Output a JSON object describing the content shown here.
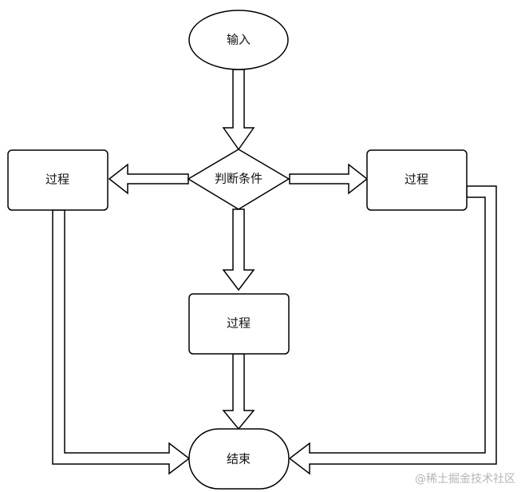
{
  "diagram": {
    "nodes": {
      "start": {
        "label": "输入",
        "shape": "ellipse"
      },
      "decision": {
        "label": "判断条件",
        "shape": "diamond"
      },
      "process_left": {
        "label": "过程",
        "shape": "rounded-rect"
      },
      "process_right": {
        "label": "过程",
        "shape": "rounded-rect"
      },
      "process_center": {
        "label": "过程",
        "shape": "rounded-rect"
      },
      "end": {
        "label": "结束",
        "shape": "stadium"
      }
    },
    "edges": [
      {
        "from": "start",
        "to": "decision",
        "style": "hollow-arrow"
      },
      {
        "from": "decision",
        "to": "process_left",
        "style": "hollow-arrow"
      },
      {
        "from": "decision",
        "to": "process_right",
        "style": "hollow-arrow"
      },
      {
        "from": "decision",
        "to": "process_center",
        "style": "hollow-arrow"
      },
      {
        "from": "process_center",
        "to": "end",
        "style": "hollow-arrow"
      },
      {
        "from": "process_left",
        "to": "end",
        "style": "hollow-elbow-arrow"
      },
      {
        "from": "process_right",
        "to": "end",
        "style": "hollow-elbow-arrow"
      }
    ]
  },
  "watermark": {
    "text": "@稀土掘金技术社区"
  },
  "colors": {
    "stroke": "#000000",
    "fill": "#ffffff",
    "text": "#111111",
    "watermark": "#b5b5b5"
  }
}
